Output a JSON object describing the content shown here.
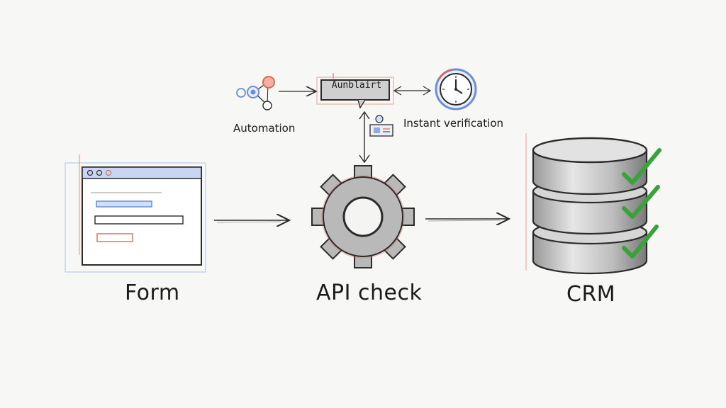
{
  "nodes": {
    "form": {
      "label": "Form"
    },
    "api": {
      "label": "API check"
    },
    "crm": {
      "label": "CRM"
    }
  },
  "top": {
    "automation": "Automation",
    "bubble": "Aunblairt",
    "instant": "Instant verification"
  },
  "colors": {
    "ink": "#2b2b2b",
    "blue_accent": "#6b8fd6",
    "red_accent": "#d96b55",
    "green_check": "#3aa23a",
    "gear_fill": "#b9b9b9",
    "db_fill": "#cfcfcf"
  }
}
